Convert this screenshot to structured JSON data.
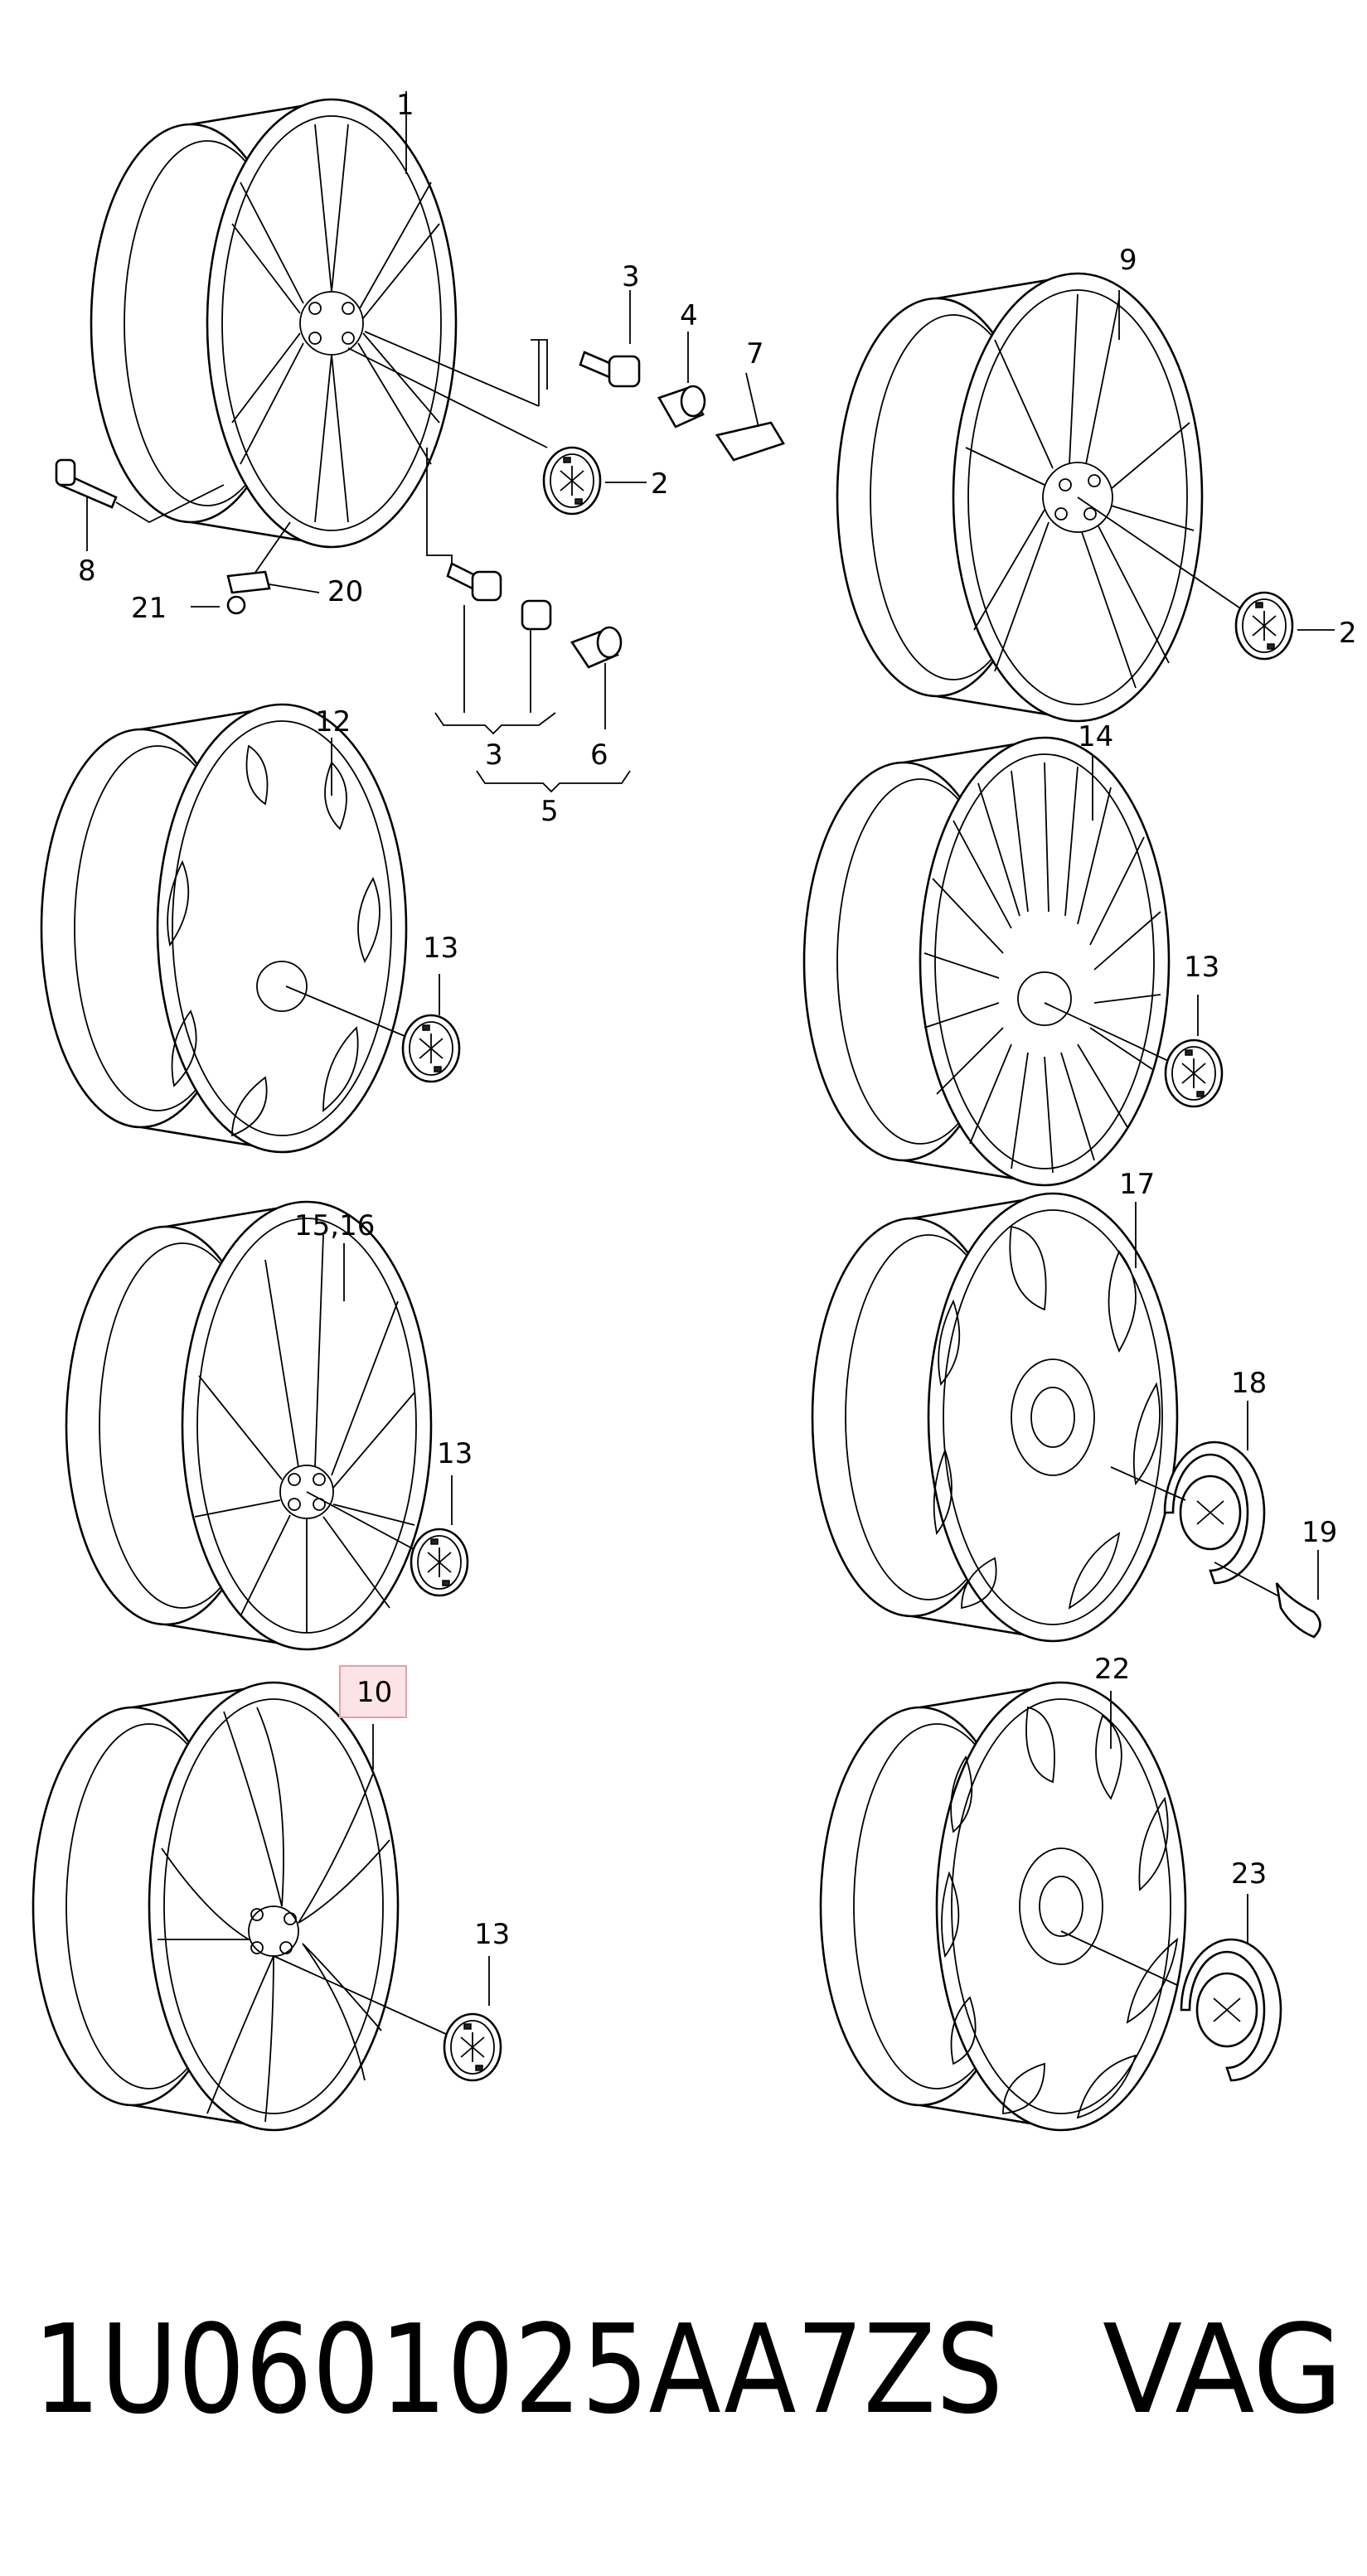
{
  "callouts": {
    "c1": "1",
    "c2a": "2",
    "c2b": "2",
    "c3a": "3",
    "c3b": "3",
    "c4": "4",
    "c5": "5",
    "c6": "6",
    "c7": "7",
    "c8": "8",
    "c9": "9",
    "c10": "10",
    "c12": "12",
    "c13a": "13",
    "c13b": "13",
    "c13c": "13",
    "c13d": "13",
    "c14": "14",
    "c1516": "15,16",
    "c17": "17",
    "c18": "18",
    "c19": "19",
    "c20": "20",
    "c21": "21",
    "c22": "22",
    "c23": "23"
  },
  "highlight": {
    "color": "#e5a0a8",
    "fill": "#fbe3e6"
  },
  "caption": {
    "part_number": "1U0601025AA7ZS",
    "brand": "VAG"
  }
}
